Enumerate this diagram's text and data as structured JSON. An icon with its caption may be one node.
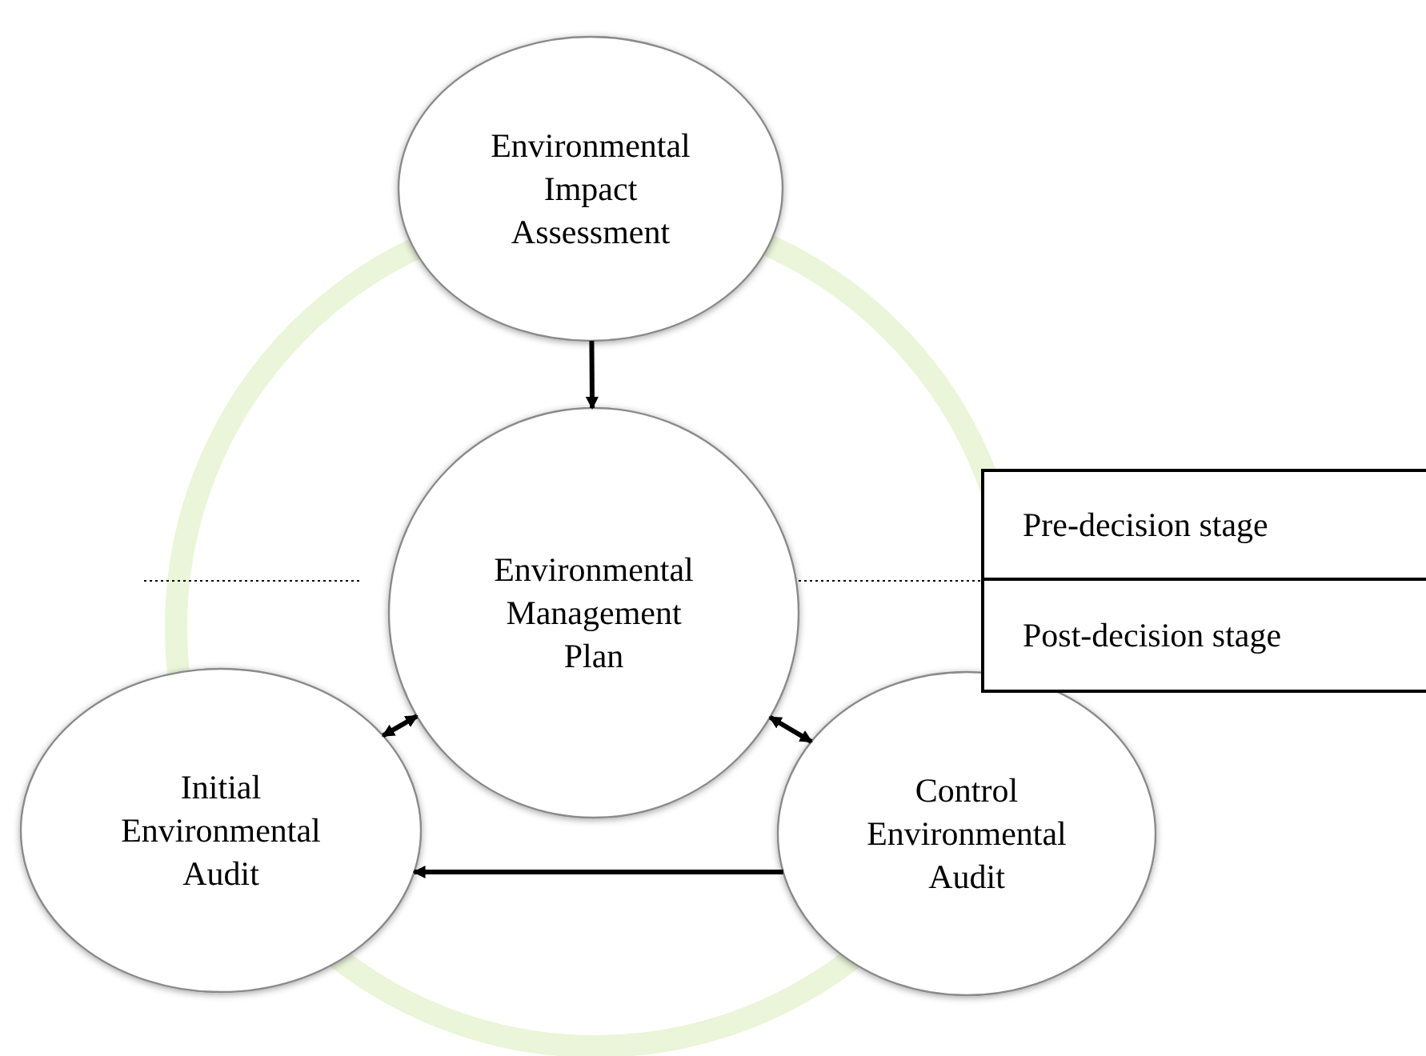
{
  "diagram": {
    "nodes": [
      {
        "text": [
          "Environmental Impact Assessment"
        ]
      },
      {
        "text": [
          "Environmental Management Plan"
        ]
      },
      {
        "text": [
          "Initial Environmental Audit"
        ]
      },
      {
        "text": [
          "Control Environmental Audit"
        ]
      },
      {
        "text": [
          "Pre-decision stage"
        ]
      },
      {
        "text": [
          "Post-decision stage"
        ]
      }
    ],
    "edges": [
      {
        "from": 0,
        "to": 1,
        "arrow": "to"
      },
      {
        "from": 1,
        "to": 2,
        "arrow": "both"
      },
      {
        "from": 1,
        "to": 3,
        "arrow": "both"
      },
      {
        "from": 3,
        "to": 2,
        "arrow": "to"
      }
    ]
  }
}
